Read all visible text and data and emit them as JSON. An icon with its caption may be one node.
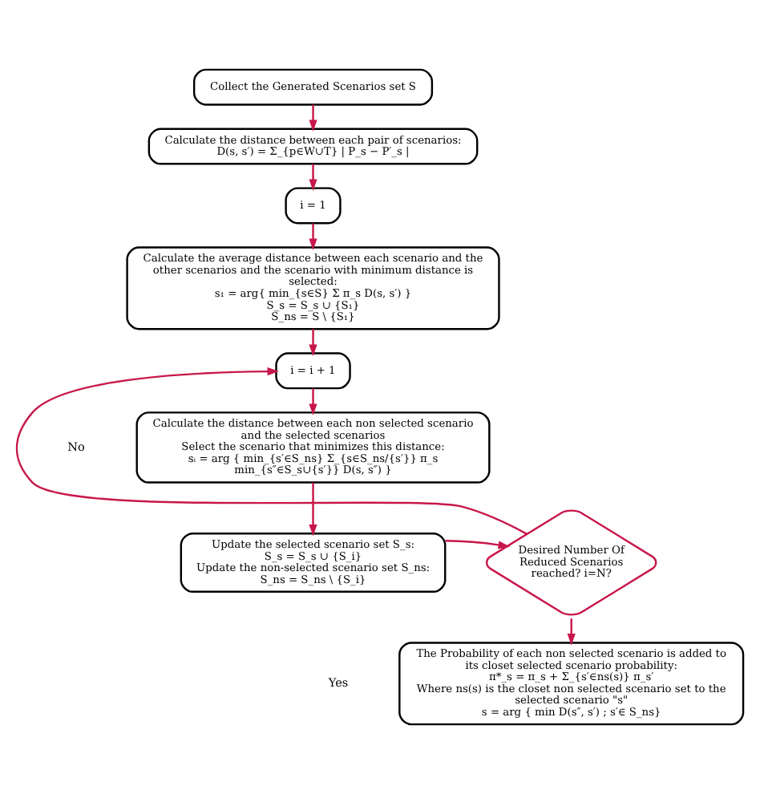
{
  "diagram": {
    "nodes": [
      {
        "text": [
          "Collect the Generated Scenarios set S"
        ]
      },
      {
        "text": [
          "Calculate the distance between each pair of scenarios:",
          "D(s, s′) = Σ_{p∈W∪T} | P_s − P′_s |"
        ]
      },
      {
        "text": [
          "i = 1"
        ]
      },
      {
        "text": [
          "Calculate the average distance between each scenario and the other scenarios and the scenario with minimum distance is selected:",
          "s₁ = arg{ min_{s∈S} Σ π_s D(s, s′) }",
          "S_s = S_s ∪ {S₁}",
          "S_ns = S \\ {S₁}"
        ]
      },
      {
        "text": [
          "i = i + 1"
        ]
      },
      {
        "text": [
          "Calculate the distance between each non selected scenario and the selected scenarios",
          "Select the scenario that minimizes this distance:",
          "sᵢ = arg { min_{s′∈S_ns} Σ_{s∈S_ns/{s′}} π_s min_{s″∈S_s∪{s′}} D(s, s″) }"
        ]
      },
      {
        "text": [
          "Update the selected scenario set S_s:",
          "S_s = S_s ∪ {S_i}",
          "Update the non-selected scenario set S_ns:",
          "S_ns = S_ns \\ {S_i}"
        ]
      },
      {
        "text": [
          "Desired Number Of Reduced Scenarios reached? i=N?"
        ]
      },
      {
        "text": [
          "The Probability of each non selected scenario is added to its closet selected scenario probability:",
          "π*_s = π_s + Σ_{s′∈ns(s)} π_s′",
          "Where ns(s) is the closet non selected scenario set to the selected scenario \"s\"",
          "s = arg { min D(s″, s′) ; s′∈ S_ns}"
        ]
      }
    ],
    "edges": [
      {
        "from": 0,
        "to": 1,
        "arrow": "to"
      },
      {
        "from": 1,
        "to": 2,
        "arrow": "to"
      },
      {
        "from": 2,
        "to": 3,
        "arrow": "to"
      },
      {
        "from": 3,
        "to": 4,
        "arrow": "to"
      },
      {
        "from": 4,
        "to": 5,
        "arrow": "to"
      },
      {
        "from": 5,
        "to": 6,
        "arrow": "to"
      },
      {
        "from": 6,
        "to": 7,
        "arrow": "to"
      },
      {
        "from": 7,
        "to": 4,
        "arrow": "to"
      },
      {
        "from": 7,
        "to": 8,
        "arrow": "to"
      }
    ],
    "labels": [
      "No",
      "Yes"
    ]
  }
}
